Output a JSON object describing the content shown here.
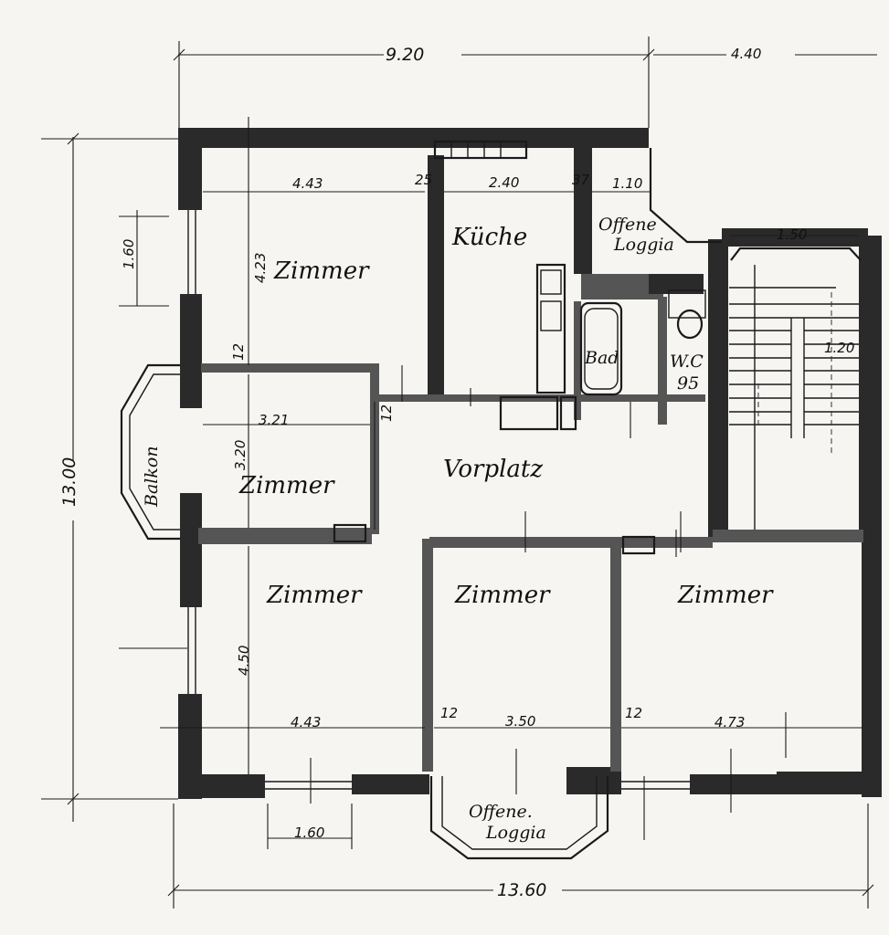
{
  "rooms": {
    "zimmer_1": "Zimmer",
    "kueche": "Küche",
    "loggia_top_line1": "Offene",
    "loggia_top_line2": "Loggia",
    "bad": "Bad",
    "wc": "W.C",
    "wc_size": "95",
    "zimmer_2": "Zimmer",
    "vorplatz": "Vorplatz",
    "balkon": "Balkon",
    "zimmer_3": "Zimmer",
    "zimmer_4": "Zimmer",
    "zimmer_5": "Zimmer",
    "loggia_bottom_line1": "Offene.",
    "loggia_bottom_line2": "Loggia"
  },
  "dimensions": {
    "top_total": "9.20",
    "top_right": "4.40",
    "zimmer1_width": "4.43",
    "kueche_width": "2.40",
    "loggia_width": "1.10",
    "stair_width": "1.50",
    "stair_inner": "1.20",
    "zimmer1_depth": "4.23",
    "window_left": "1.60",
    "zimmer2_width": "3.21",
    "zimmer2_depth": "3.20",
    "total_height": "13.00",
    "zimmer3_depth": "4.50",
    "zimmer3_width": "4.43",
    "zimmer4_width": "3.50",
    "zimmer5_width": "4.73",
    "window_bottom": "1.60",
    "bottom_total": "13.60",
    "wall_25": "25",
    "wall_37": "37",
    "wall_12": "12"
  }
}
